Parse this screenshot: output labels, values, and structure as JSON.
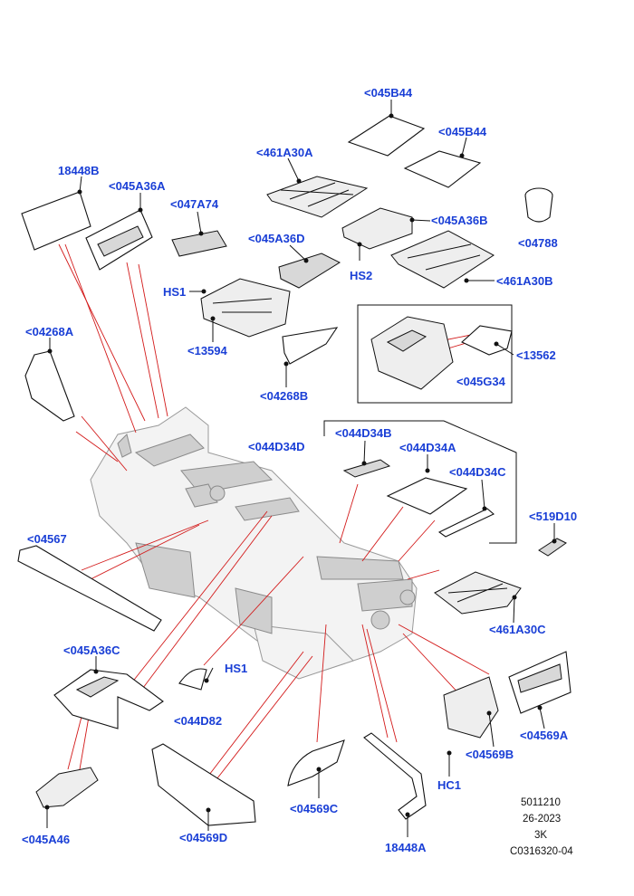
{
  "callouts": {
    "c_045B44_a": "<045B44",
    "c_045B44_b": "<045B44",
    "c_461A30A": "<461A30A",
    "c_18448B": "18448B",
    "c_045A36A": "<045A36A",
    "c_047A74": "<047A74",
    "c_045A36B": "<045A36B",
    "c_04788": "<04788",
    "c_045A36D": "<045A36D",
    "c_HS2": "HS2",
    "c_461A30B": "<461A30B",
    "c_HS1_a": "HS1",
    "c_13594": "<13594",
    "c_04268A": "<04268A",
    "c_13562": "<13562",
    "c_045G34": "<045G34",
    "c_04268B": "<04268B",
    "c_044D34D": "<044D34D",
    "c_044D34B": "<044D34B",
    "c_044D34A": "<044D34A",
    "c_044D34C": "<044D34C",
    "c_519D10": "<519D10",
    "c_04567": "<04567",
    "c_461A30C": "<461A30C",
    "c_045A36C": "<045A36C",
    "c_HS1_b": "HS1",
    "c_044D82": "<044D82",
    "c_04569A": "<04569A",
    "c_04569B": "<04569B",
    "c_HC1": "HC1",
    "c_045A46": "<045A46",
    "c_04569D": "<04569D",
    "c_04569C": "<04569C",
    "c_18448A": "18448A"
  },
  "reference": {
    "line1": "5011210",
    "line2": "26-2023",
    "line3": "3K",
    "line4": "C0316320-04"
  },
  "colors": {
    "callout": "#1a3fd6",
    "leader": "#d31a1a",
    "outline": "#111111"
  }
}
